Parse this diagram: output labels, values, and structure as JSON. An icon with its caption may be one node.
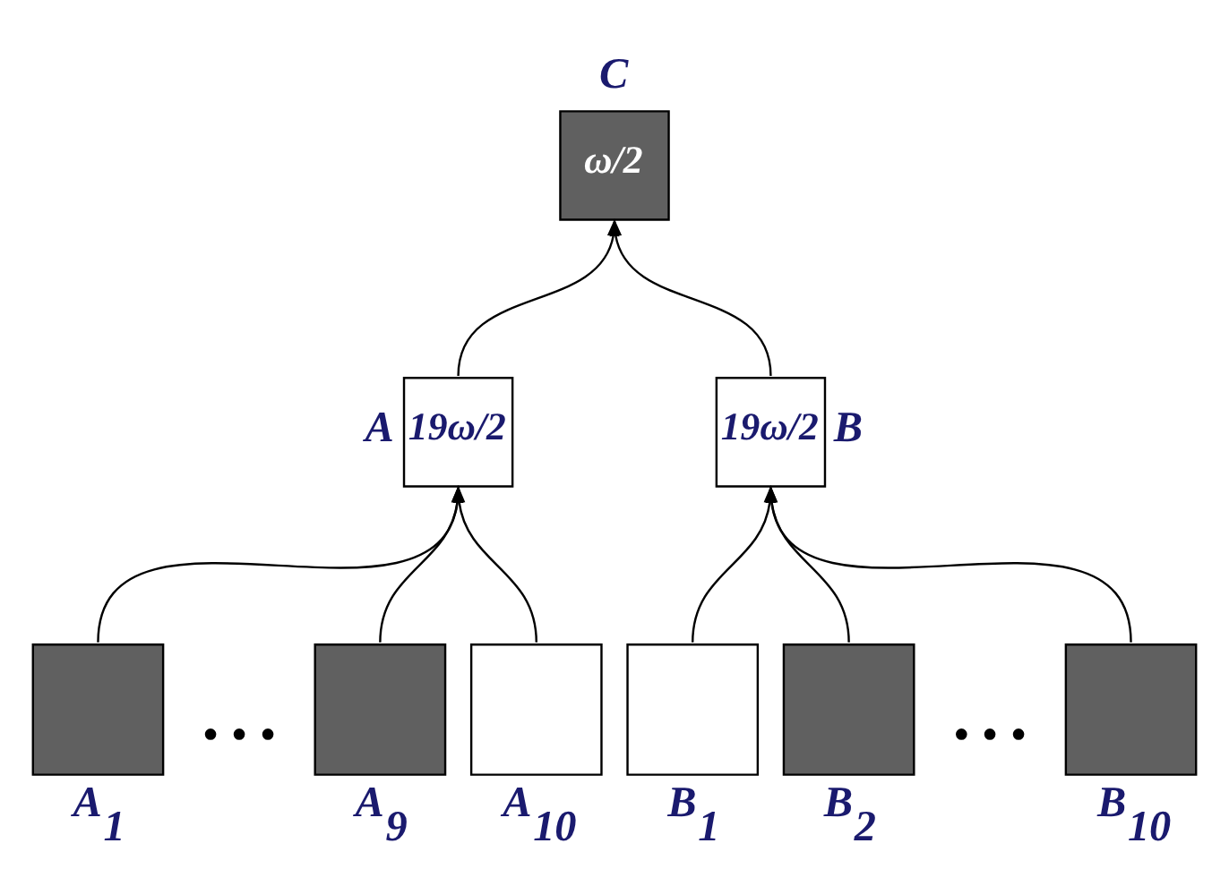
{
  "diagram": {
    "nodes": [
      {
        "text": [
          "ω/2"
        ],
        "beside": [
          "C"
        ]
      },
      {
        "text": [
          "19ω/2"
        ],
        "beside": [
          "A"
        ]
      },
      {
        "text": [
          "19ω/2"
        ],
        "beside": [
          "B"
        ]
      },
      {
        "text": [],
        "shape": "box",
        "beside": [
          "A$_{1}$"
        ]
      },
      {
        "text": [],
        "shape": "box",
        "beside": [
          "A$_{9}$"
        ]
      },
      {
        "text": [],
        "shape": "box",
        "beside": [
          "A$_{10}$"
        ]
      },
      {
        "text": [],
        "shape": "box",
        "beside": [
          "B$_{1}$"
        ]
      },
      {
        "text": [],
        "shape": "box",
        "beside": [
          "B$_{2}$"
        ]
      },
      {
        "text": [],
        "shape": "box",
        "beside": [
          "B$_{10}$"
        ]
      }
    ],
    "edges": [
      {
        "from": 1,
        "to": 0,
        "arrow": "to"
      },
      {
        "from": 2,
        "to": 0,
        "arrow": "to"
      },
      {
        "from": 3,
        "to": 1,
        "arrow": "to"
      },
      {
        "from": 4,
        "to": 1,
        "arrow": "to"
      },
      {
        "from": 5,
        "to": 1,
        "arrow": "to"
      },
      {
        "from": 6,
        "to": 2,
        "arrow": "to"
      },
      {
        "from": 7,
        "to": 2,
        "arrow": "to"
      },
      {
        "from": 8,
        "to": 2,
        "arrow": "to"
      }
    ],
    "labels": [
      "• • •",
      "• • •"
    ]
  }
}
